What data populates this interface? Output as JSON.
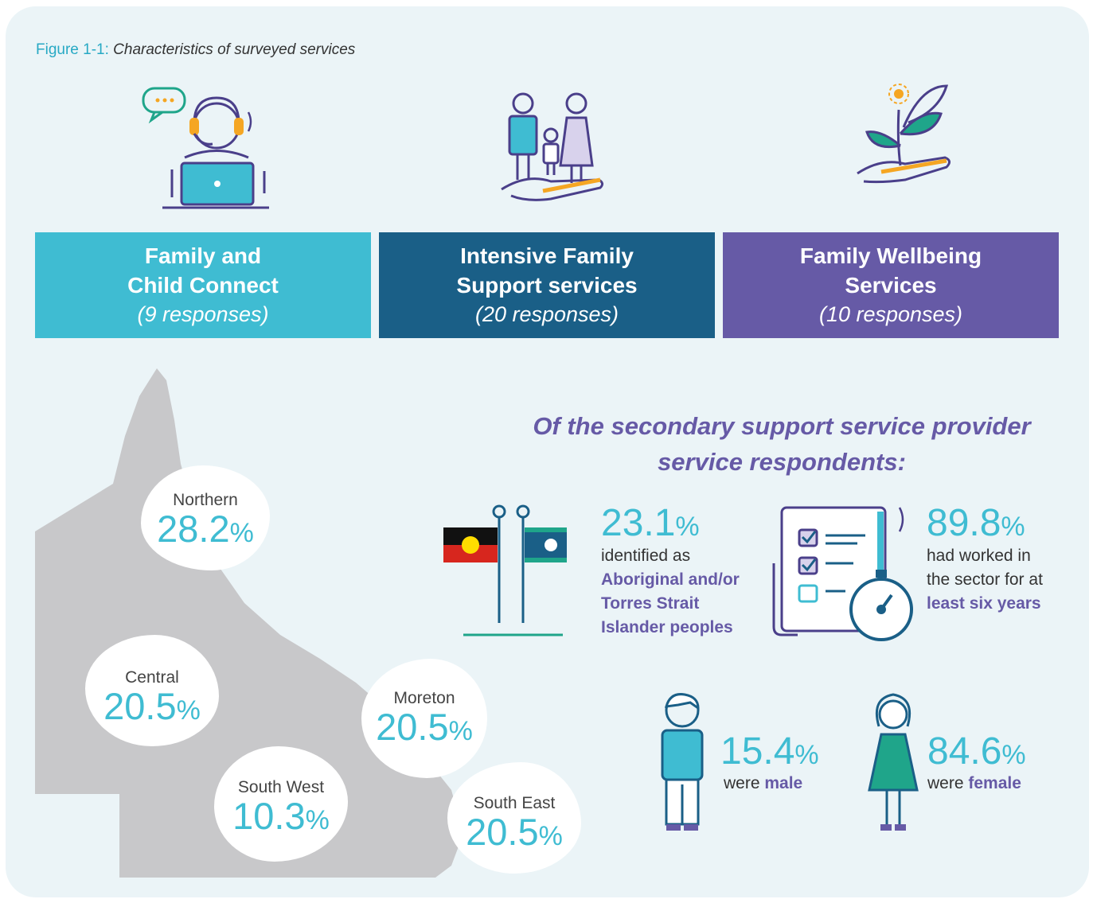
{
  "figure": {
    "label": "Figure 1-1:",
    "caption": "Characteristics of surveyed services"
  },
  "services": [
    {
      "line1": "Family and",
      "line2": "Child Connect",
      "responses": "(9 responses)",
      "color": "#3fbcd2"
    },
    {
      "line1": "Intensive Family",
      "line2": "Support services",
      "responses": "(20 responses)",
      "color": "#1a5f87"
    },
    {
      "line1": "Family Wellbeing",
      "line2": "Services",
      "responses": "(10 responses)",
      "color": "#665aa6"
    }
  ],
  "regions": [
    {
      "name": "Northern",
      "value": "28.2",
      "pct": "%"
    },
    {
      "name": "Central",
      "value": "20.5",
      "pct": "%"
    },
    {
      "name": "Moreton",
      "value": "20.5",
      "pct": "%"
    },
    {
      "name": "South West",
      "value": "10.3",
      "pct": "%"
    },
    {
      "name": "South East",
      "value": "20.5",
      "pct": "%"
    }
  ],
  "respondents": {
    "heading_line1": "Of the secondary support service provider",
    "heading_line2": "service respondents:",
    "indigenous": {
      "value": "23.1",
      "pct": "%",
      "text1": "identified as",
      "hl1": "Aboriginal and/or",
      "hl2": "Torres Strait",
      "hl3": "Islander peoples"
    },
    "experience": {
      "value": "89.8",
      "pct": "%",
      "text1": "had worked in",
      "text2": "the sector for at",
      "hl1": "least six years"
    },
    "male": {
      "value": "15.4",
      "pct": "%",
      "text": "were",
      "hl": "male"
    },
    "female": {
      "value": "84.6",
      "pct": "%",
      "text": "were",
      "hl": "female"
    }
  },
  "colors": {
    "teal": "#3fbcd2",
    "navy": "#1a5f87",
    "purple": "#665aa6",
    "orange": "#f5a623",
    "green": "#1fa58a",
    "map_grey": "#c8c8ca",
    "panel_bg": "#ebf4f7"
  },
  "icons": [
    "helpline-headset-laptop-icon",
    "family-in-hand-icon",
    "plant-in-hand-icon",
    "indigenous-flags-icon",
    "checklist-stopwatch-icon",
    "male-person-icon",
    "female-person-icon"
  ]
}
